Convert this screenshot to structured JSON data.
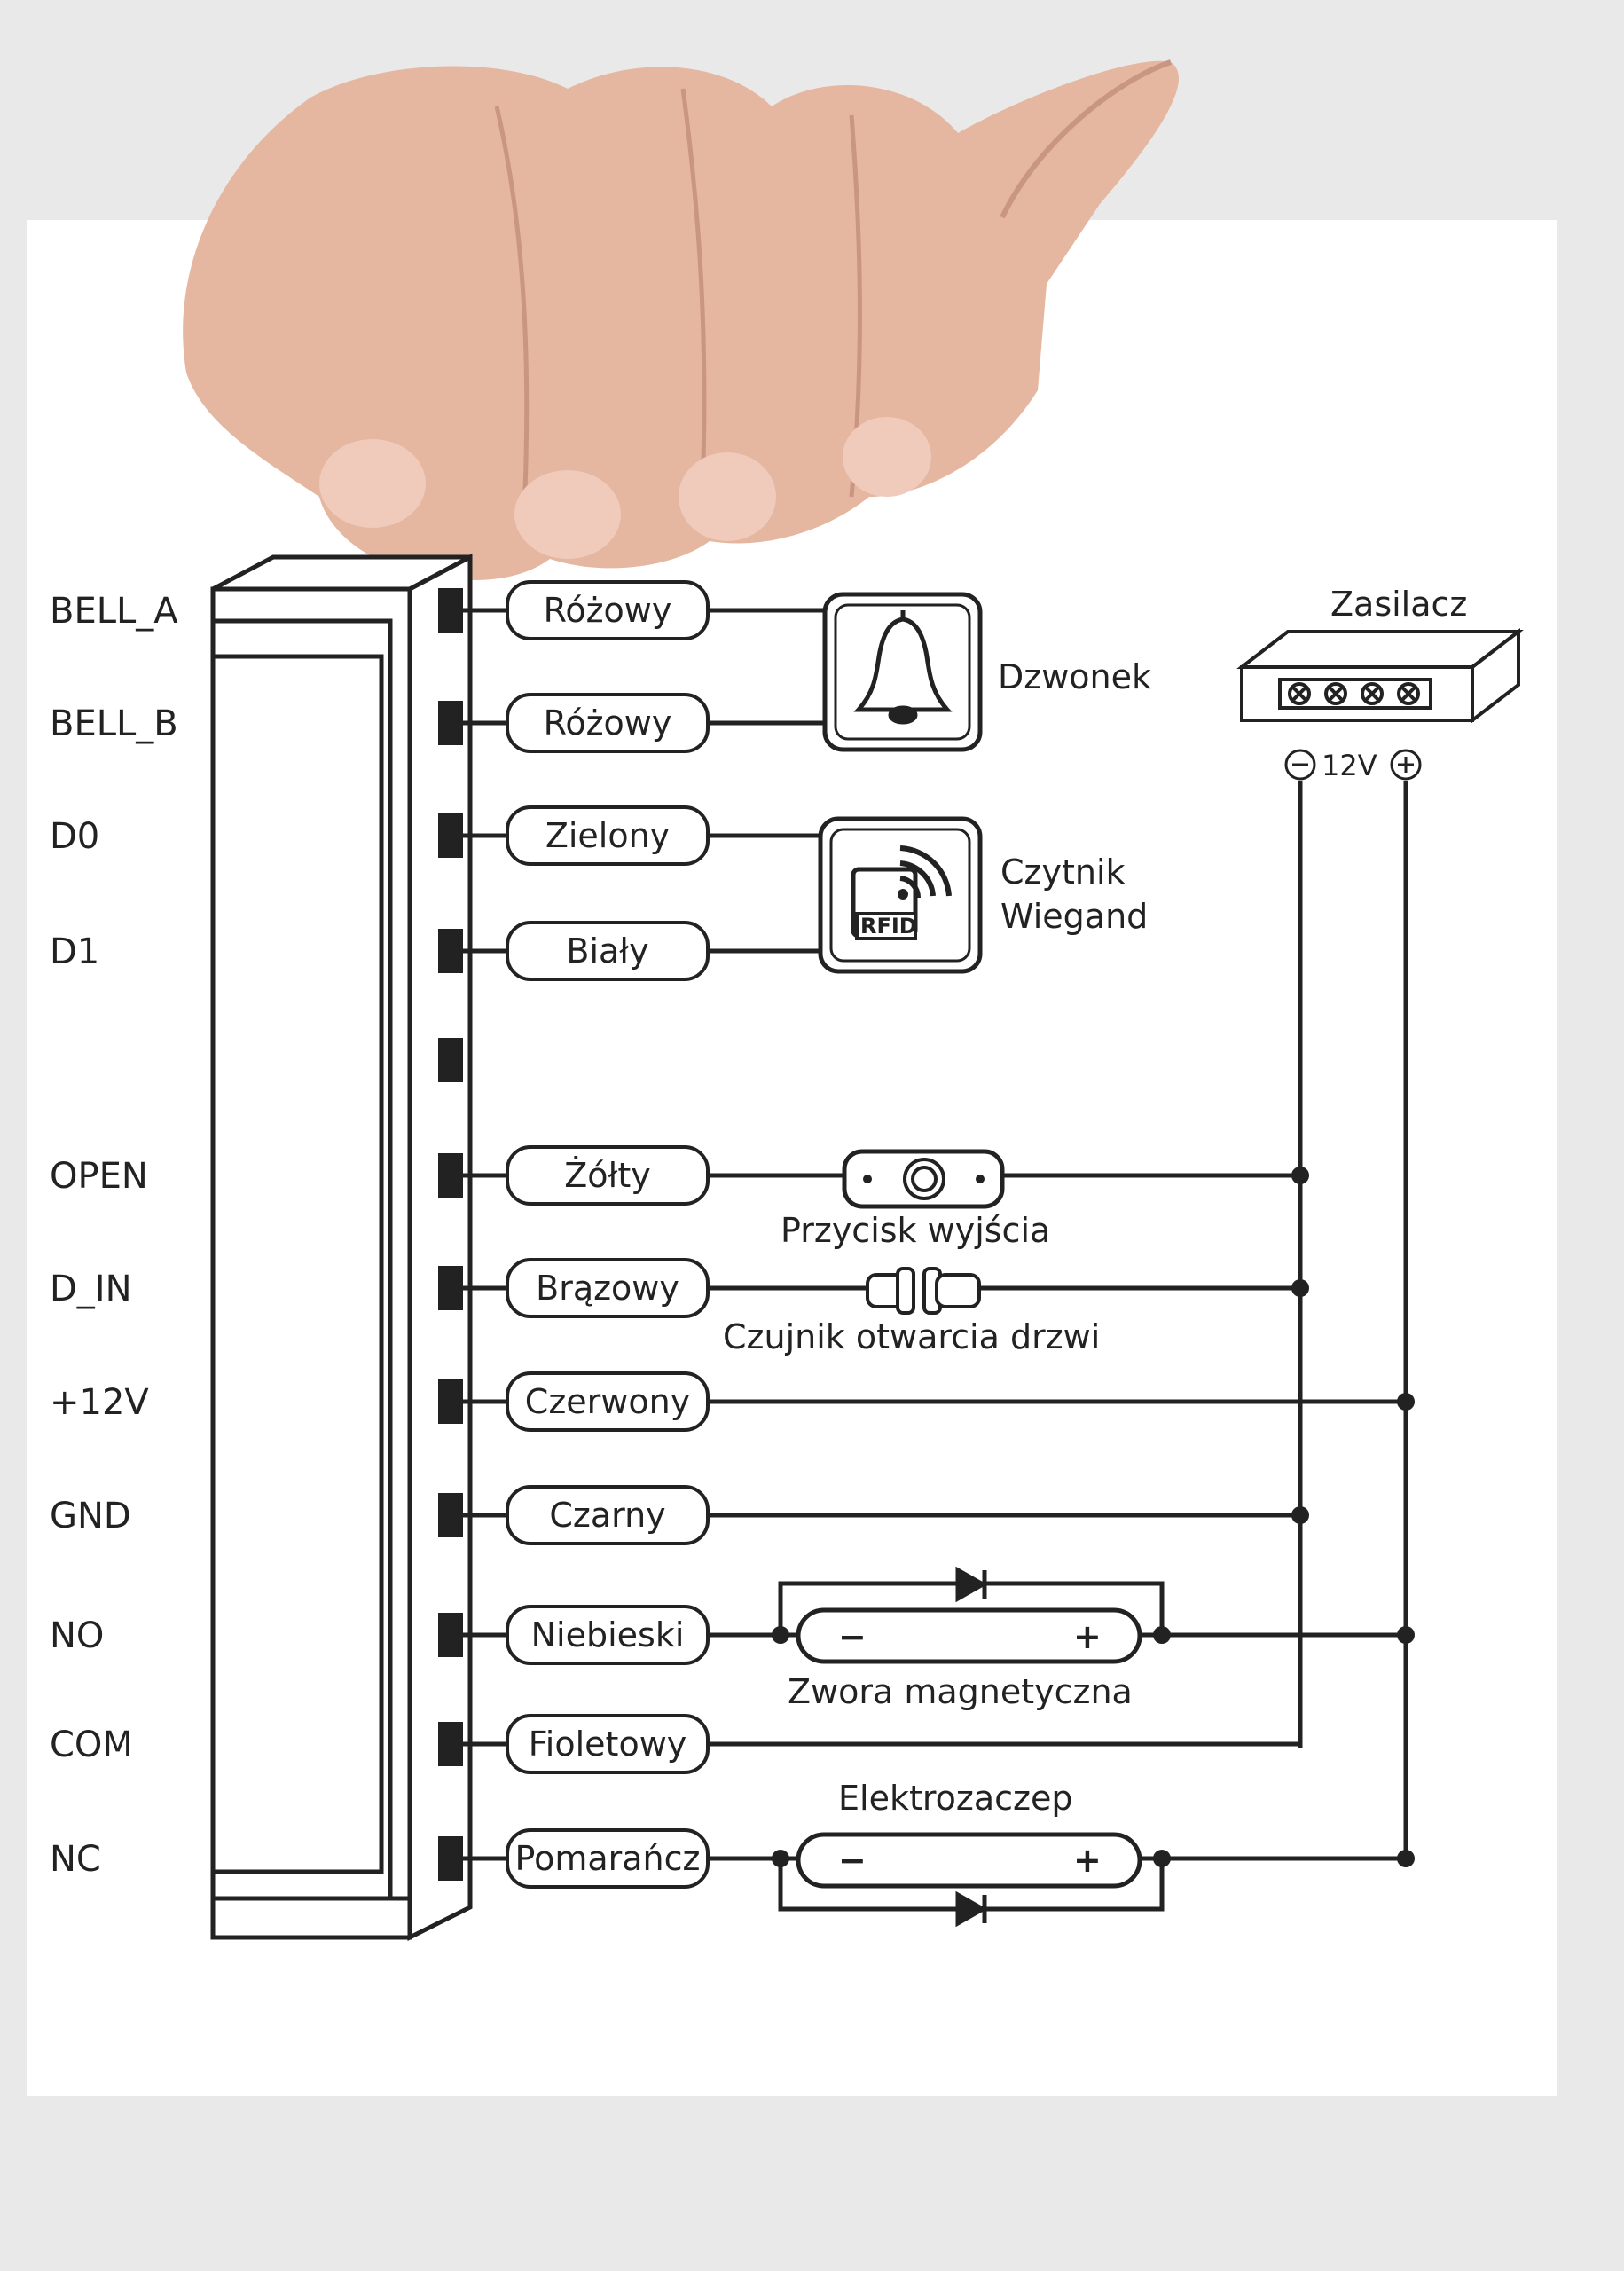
{
  "pins": [
    {
      "id": "bell-a",
      "label": "BELL_A",
      "wire": "Różowy"
    },
    {
      "id": "bell-b",
      "label": "BELL_B",
      "wire": "Różowy"
    },
    {
      "id": "d0",
      "label": "D0",
      "wire": "Zielony"
    },
    {
      "id": "d1",
      "label": "D1",
      "wire": "Biały"
    },
    {
      "id": "empty",
      "label": "",
      "wire": ""
    },
    {
      "id": "open",
      "label": "OPEN",
      "wire": "Żółty"
    },
    {
      "id": "d-in",
      "label": "D_IN",
      "wire": "Brązowy"
    },
    {
      "id": "plus12v",
      "label": "+12V",
      "wire": "Czerwony"
    },
    {
      "id": "gnd",
      "label": "GND",
      "wire": "Czarny"
    },
    {
      "id": "no",
      "label": "NO",
      "wire": "Niebieski"
    },
    {
      "id": "com",
      "label": "COM",
      "wire": "Fioletowy"
    },
    {
      "id": "nc",
      "label": "NC",
      "wire": "Pomarańcz"
    }
  ],
  "devices": {
    "bell": "Dzwonek",
    "reader_line1": "Czytnik",
    "reader_line2": "Wiegand",
    "rfid_text": "RFID",
    "power_supply": "Zasilacz",
    "power_voltage": "12V",
    "exit_button": "Przycisk wyjścia",
    "door_sensor": "Czujnik otwarcia drzwi",
    "mag_lock": "Zwora magnetyczna",
    "strike": "Elektrozaczep",
    "minus": "−",
    "plus": "+"
  },
  "colors": {
    "line": "#222222",
    "paper": "#ffffff",
    "background": "#e9e9e9",
    "skin": "#e3b49c"
  }
}
